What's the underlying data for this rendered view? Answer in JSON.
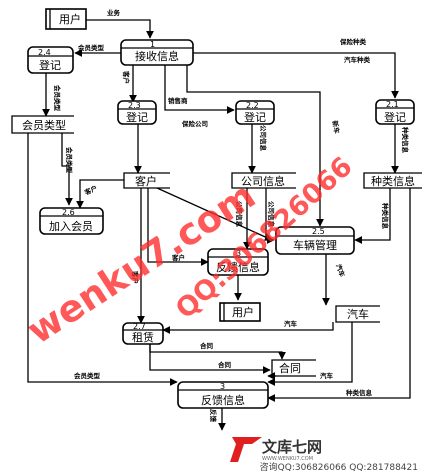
{
  "entities": {
    "user_top": "用户",
    "user_mid": "用户"
  },
  "processes": {
    "p1": {
      "num": "1",
      "label": "接收信息"
    },
    "p24": {
      "num": "2.4",
      "label": "登记"
    },
    "p23": {
      "num": "2.3",
      "label": "登记"
    },
    "p22": {
      "num": "2.2",
      "label": "登记"
    },
    "p21": {
      "num": "2.1",
      "label": "登记"
    },
    "p26": {
      "num": "2.6",
      "label": "加入会员"
    },
    "p25": {
      "num": "2.5",
      "label": "车辆管理"
    },
    "p27": {
      "num": "2.7",
      "label": "租赁"
    },
    "p3a": {
      "num": "3",
      "label": "反馈信息"
    },
    "p3b": {
      "num": "3",
      "label": "反馈信息"
    }
  },
  "stores": {
    "member_type": "会员类型",
    "customer": "客户",
    "company_info": "公司信息",
    "kind_info": "种类信息",
    "car": "汽车",
    "contract": "合同"
  },
  "flows": {
    "business": "业务",
    "member_type_1": "会员类型",
    "member_type_2": "会员类型",
    "member_type_3": "会员类型",
    "member_type_4": "会员类型",
    "customer_1": "客户",
    "customer_2": "客户",
    "customer_3": "客户",
    "customer_4": "客户",
    "sales_dealer": "销售商",
    "insurer": "保险公司",
    "insurance_kind": "保险种类",
    "car_kind": "汽车种类",
    "company_info_1": "公司信息",
    "company_info_2": "公司信息",
    "company_info_3": "公司信息",
    "kind_info_1": "种类信息",
    "kind_info_2": "种类信息",
    "kind_info_3": "种类信息",
    "new_car": "新车",
    "car_1": "汽车",
    "car_2": "汽车",
    "car_3": "汽车",
    "contract_1": "合同",
    "contract_2": "合同",
    "feedback": "反馈"
  },
  "watermark": {
    "line1": "wenku7.com",
    "line2": "QQ:306826066"
  },
  "footer": {
    "brand": "文库七网",
    "brand_sub": "WWW.WENKU7.COM",
    "contact": "咨询QQ:306826066 QQ:281788421"
  },
  "colors": {
    "watermark": "#ff2a2a",
    "brand_mark": "#e02020",
    "stroke": "#000000"
  }
}
